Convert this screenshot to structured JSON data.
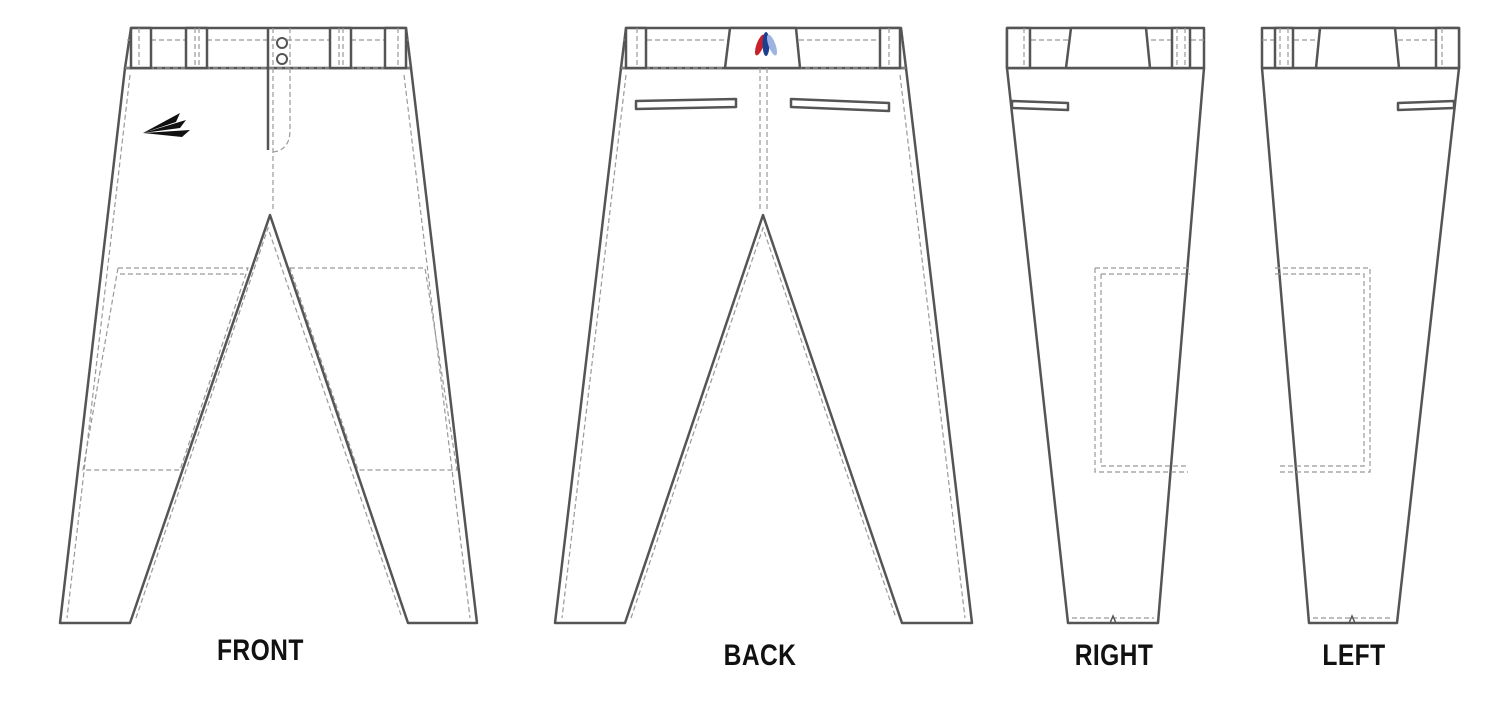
{
  "views": [
    {
      "id": "front",
      "label": "FRONT"
    },
    {
      "id": "back",
      "label": "BACK"
    },
    {
      "id": "right",
      "label": "RIGHT"
    },
    {
      "id": "left",
      "label": "LEFT"
    }
  ],
  "colors": {
    "outline": "#555555",
    "stitch": "#999999",
    "feather_red": "#c8202c",
    "feather_blue": "#1d3f8f"
  },
  "icons": {
    "front_logo": "trident-arrow-logo",
    "back_logo": "feathers-logo"
  }
}
